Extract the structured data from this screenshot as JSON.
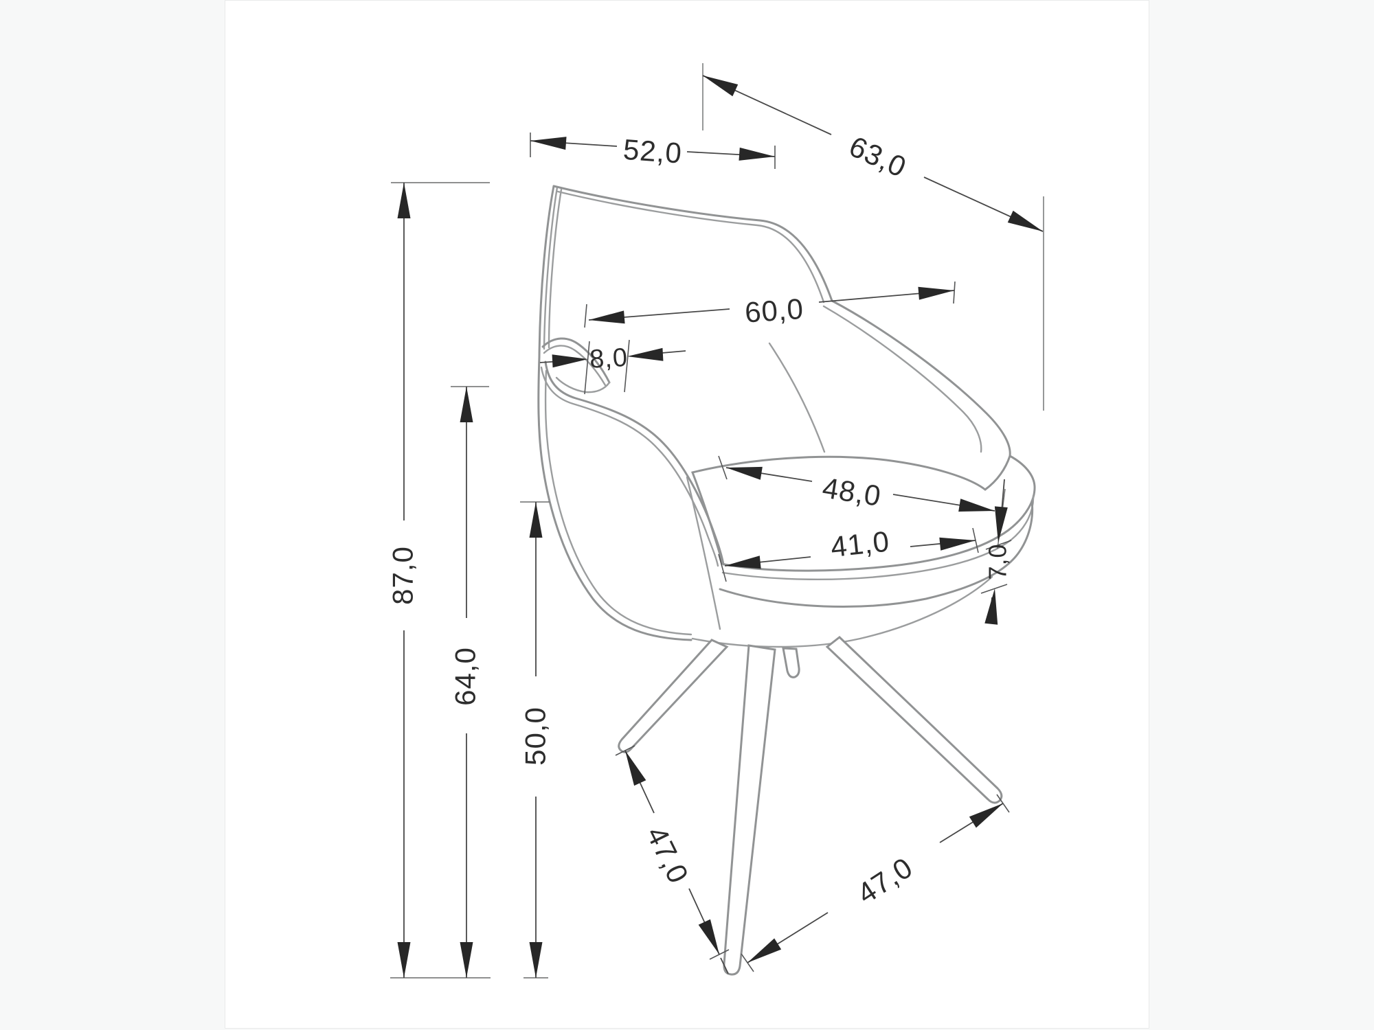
{
  "canvas": {
    "background_outside": "#f7f8f8",
    "background_card": "#ffffff",
    "card_border_color": "#e9eaea",
    "chair_line_color": "#919394",
    "dimension_line_color": "#474747",
    "text_color": "#2d2d2d"
  },
  "drawing": {
    "subject": "upholstered armchair with four splayed legs, three-quarter perspective technical line drawing",
    "number_format": "decimal comma",
    "dimensions": {
      "back_top_width": {
        "label": "52,0",
        "meaning": "width across top of backrest"
      },
      "depth_overall": {
        "label": "63,0",
        "meaning": "overall diagonal depth"
      },
      "backrest_width": {
        "label": "60,0",
        "meaning": "width of backrest"
      },
      "armrest_width": {
        "label": "8,0",
        "meaning": "armrest band width"
      },
      "seat_depth": {
        "label": "48,0",
        "meaning": "seat depth (diagonal across seat)"
      },
      "seat_width": {
        "label": "41,0",
        "meaning": "seat width at front"
      },
      "cushion_thickness": {
        "label": "7,0",
        "meaning": "seat cushion rim thickness"
      },
      "height_total": {
        "label": "87,0",
        "meaning": "total height"
      },
      "height_armrest": {
        "label": "64,0",
        "meaning": "height to armrest"
      },
      "height_seat": {
        "label": "50,0",
        "meaning": "seat height"
      },
      "leg_span_left": {
        "label": "47,0",
        "meaning": "distance between left and front foot"
      },
      "leg_span_right": {
        "label": "47,0",
        "meaning": "distance between front and right foot"
      }
    }
  }
}
